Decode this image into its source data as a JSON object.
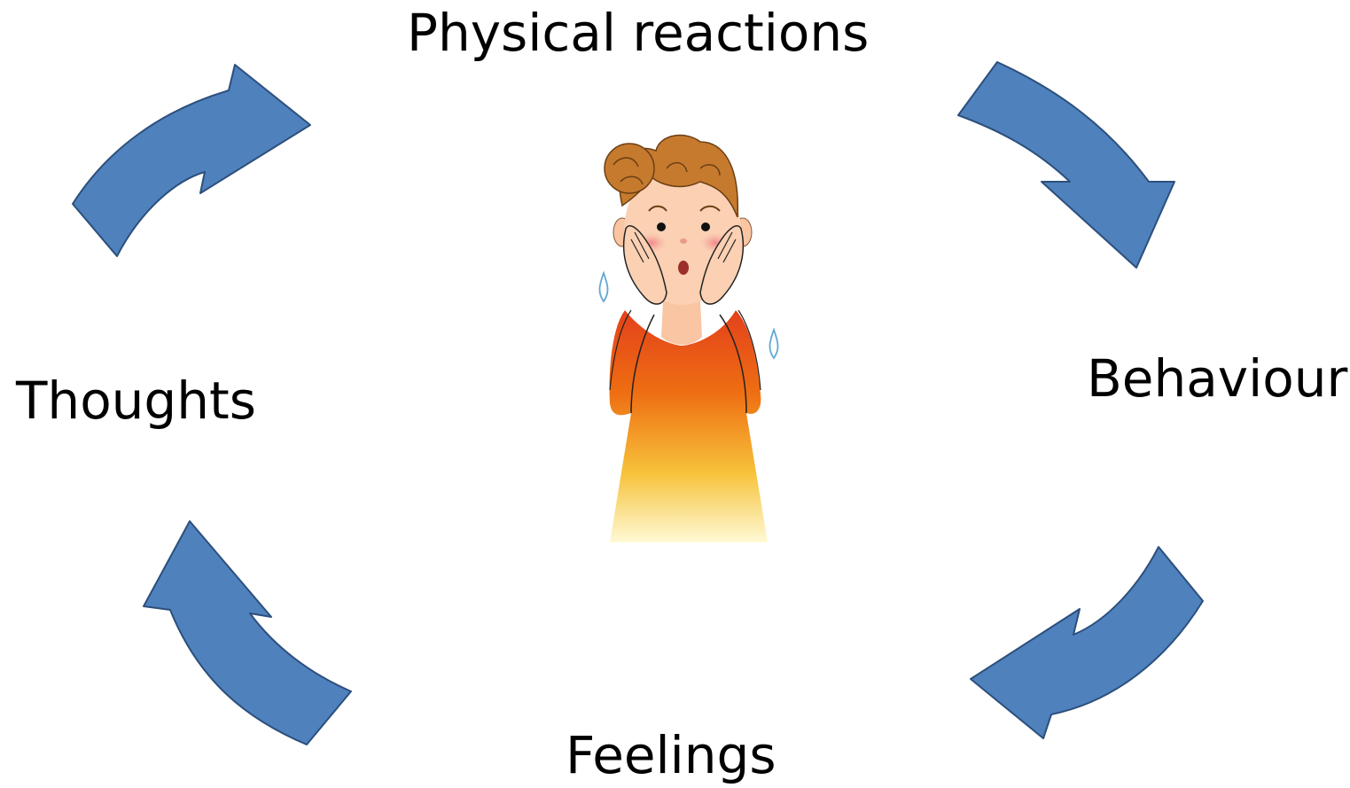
{
  "diagram": {
    "labels": {
      "top": "Physical reactions",
      "right": "Behaviour",
      "bottom": "Feelings",
      "left": "Thoughts"
    },
    "arrow_color": "#4f81bd",
    "arrow_stroke": "#2c4f7c",
    "center_illustration": "worried-woman-icon",
    "cycle_direction": "clockwise"
  }
}
